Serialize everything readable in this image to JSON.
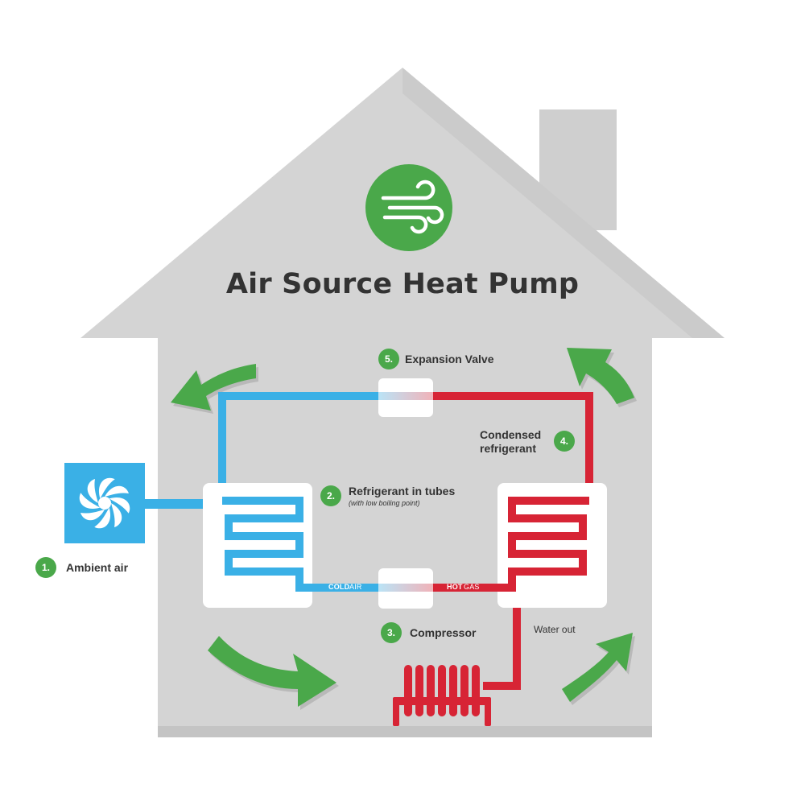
{
  "title": "Air Source Heat Pump",
  "steps": [
    {
      "num": "1.",
      "label": "Ambient air"
    },
    {
      "num": "2.",
      "label": "Refrigerant in tubes",
      "sublabel": "(with low boiling point)"
    },
    {
      "num": "3.",
      "label": "Compressor"
    },
    {
      "num": "4.",
      "label": "Condensed",
      "label2": "refrigerant"
    },
    {
      "num": "5.",
      "label": "Expansion Valve"
    }
  ],
  "tags": {
    "cold_air_1": "COLD",
    "cold_air_2": "AIR",
    "hot_gas_1": "HOT",
    "hot_gas_2": "GAS"
  },
  "water_out": "Water out",
  "colors": {
    "house": "#d4d4d4",
    "green": "#4aa84a",
    "cold": "#3ab0e6",
    "hot": "#d72435",
    "fan_box": "#3ab0e6"
  },
  "icons": [
    "wind-icon",
    "fan-icon",
    "radiator-icon",
    "airflow-arrow-icon"
  ]
}
